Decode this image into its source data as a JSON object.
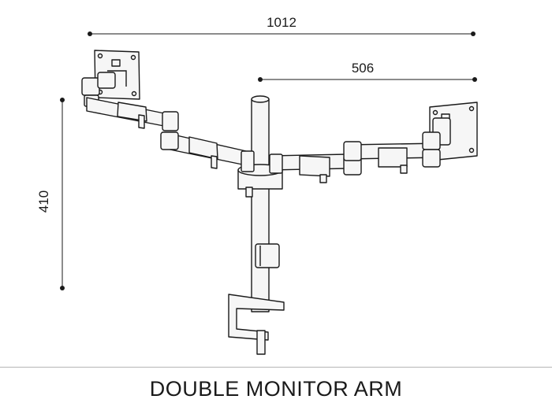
{
  "dimensions": {
    "overall_width": "1012",
    "arm_reach": "506",
    "height": "410"
  },
  "product_title": "DOUBLE MONITOR ARM"
}
